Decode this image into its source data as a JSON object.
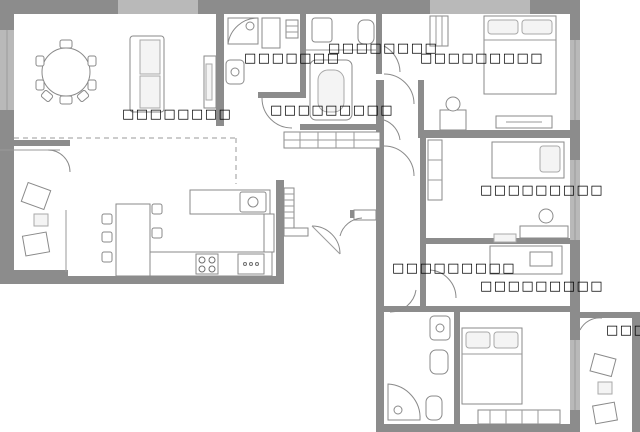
{
  "plan": {
    "wall_color": "#8c8c8c",
    "background": "#ffffff",
    "labels": [
      {
        "id": "label-bathroom-top",
        "text": "□□□□□□□"
      },
      {
        "id": "label-wc",
        "text": "□□□□□□□□"
      },
      {
        "id": "label-bedroom-top",
        "text": "□□□□□□□□□"
      },
      {
        "id": "label-living",
        "text": "□□□□□□□□"
      },
      {
        "id": "label-bathroom-mid",
        "text": "□□□□□□□□□"
      },
      {
        "id": "label-bedroom-mid",
        "text": "□□□□□□□□□"
      },
      {
        "id": "label-hall",
        "text": "□□□□□□□□□"
      },
      {
        "id": "label-bedroom-low",
        "text": "□□□□□□□□□"
      },
      {
        "id": "label-balcony",
        "text": "□□□"
      }
    ]
  }
}
